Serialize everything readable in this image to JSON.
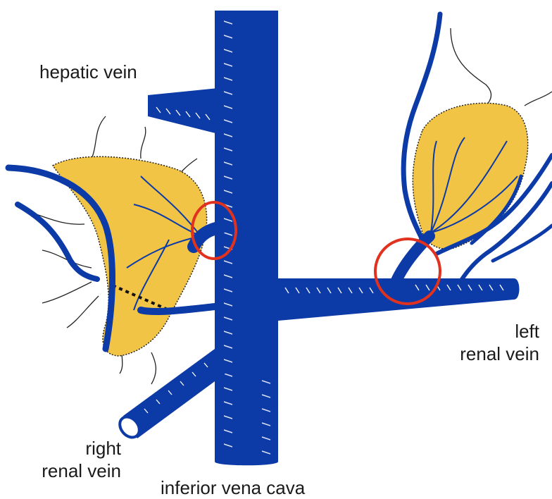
{
  "labels": {
    "hepatic_vein": "hepatic vein",
    "left_renal_vein": [
      "left",
      "renal vein"
    ],
    "right_renal_vein": [
      "right",
      "renal vein"
    ],
    "inferior_vena_cava": "inferior vena cava"
  },
  "colors": {
    "vein_blue": "#0c3aa6",
    "gland_yellow": "#f2c446",
    "highlight_red": "#e0321e",
    "nerve_dark": "#222222"
  }
}
